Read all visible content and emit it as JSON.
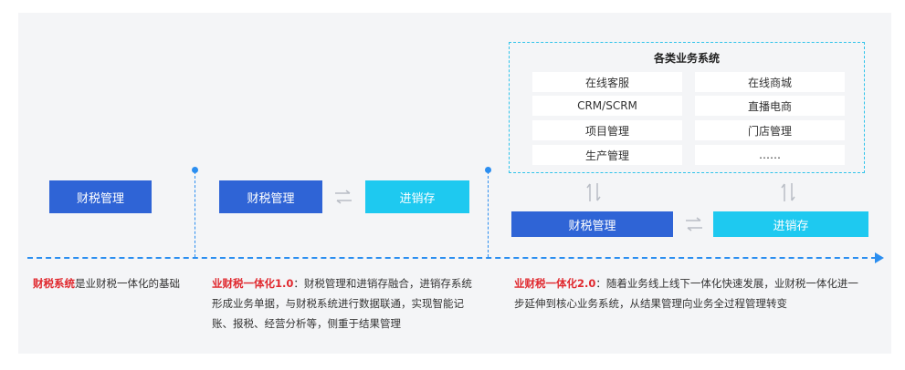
{
  "stage1": {
    "finance_label": "财税管理",
    "caption_highlight": "财税系统",
    "caption_rest": "是业财税一体化的基础"
  },
  "stage2": {
    "finance_label": "财税管理",
    "inventory_label": "进销存",
    "caption_highlight": "业财税一体化1.0",
    "caption_rest": "：财税管理和进销存融合，进销存系统形成业务单据，与财税系统进行数据联通，实现智能记账、报税、经营分析等，侧重于结果管理"
  },
  "stage3": {
    "systems_title": "各类业务系统",
    "systems": [
      "在线客服",
      "在线商城",
      "CRM/SCRM",
      "直播电商",
      "项目管理",
      "门店管理",
      "生产管理",
      "……"
    ],
    "finance_label": "财税管理",
    "inventory_label": "进销存",
    "caption_highlight": "业财税一体化2.0",
    "caption_rest": "：随着业务线上线下一体化快速发展，业财税一体化进一步延伸到核心业务系统，从结果管理向业务全过程管理转变"
  },
  "colors": {
    "finance": "#2f64d6",
    "inventory": "#1ec9f0",
    "timeline": "#2b8ef0",
    "highlight": "#e0282e"
  }
}
